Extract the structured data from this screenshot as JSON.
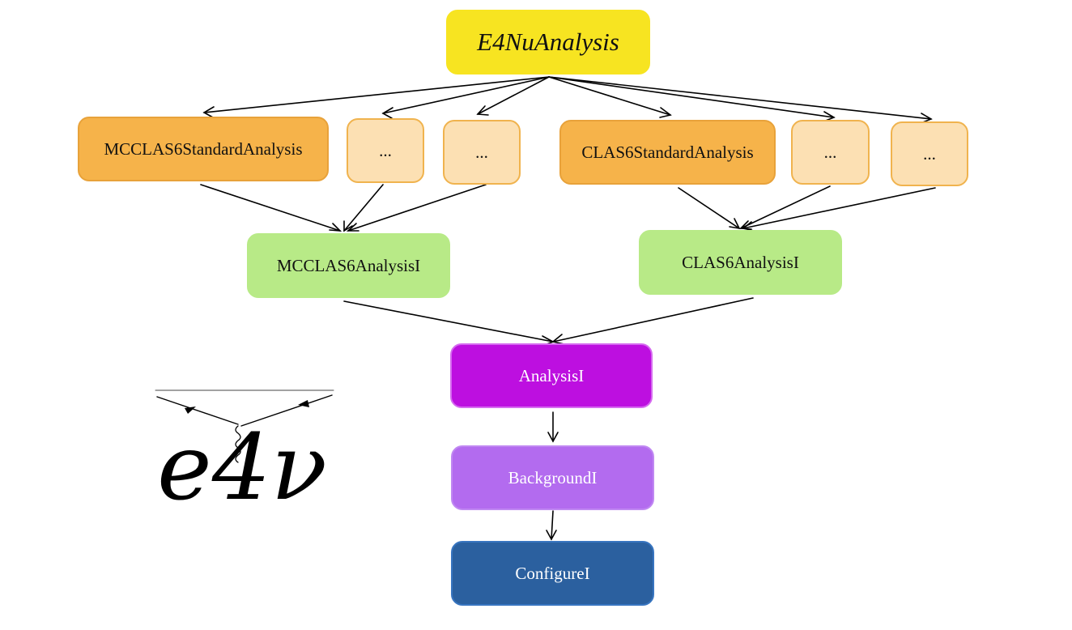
{
  "diagram": {
    "root": {
      "label": "E4NuAnalysis"
    },
    "mc_standard": {
      "label": "MCCLAS6StandardAnalysis"
    },
    "mc_etc_1": {
      "label": "..."
    },
    "mc_etc_2": {
      "label": "..."
    },
    "data_standard": {
      "label": "CLAS6StandardAnalysis"
    },
    "data_etc_1": {
      "label": "..."
    },
    "data_etc_2": {
      "label": "..."
    },
    "mc_interface": {
      "label": "MCCLAS6AnalysisI"
    },
    "data_interface": {
      "label": "CLAS6AnalysisI"
    },
    "analysis": {
      "label": "AnalysisI"
    },
    "background": {
      "label": "BackgroundI"
    },
    "configure": {
      "label": "ConfigureI"
    },
    "logo": {
      "text": "e4ν"
    }
  },
  "colors": {
    "root": "#f7e421",
    "standard": "#f6b34a",
    "placeholder": "#fce0b3",
    "interface": "#b8ea87",
    "analysis": "#bd0fe0",
    "background": "#b36bef",
    "configure": "#2b609f"
  }
}
